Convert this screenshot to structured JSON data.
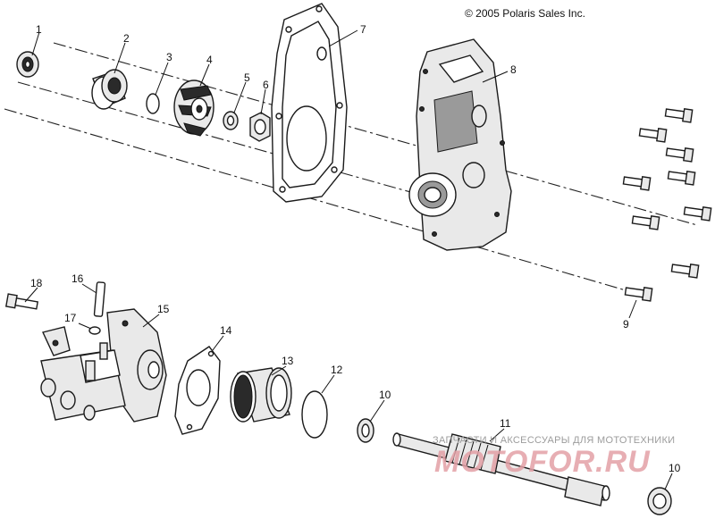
{
  "copyright": "© 2005 Polaris Sales Inc.",
  "callouts": [
    "1",
    "2",
    "3",
    "4",
    "5",
    "6",
    "7",
    "8",
    "9",
    "10",
    "10",
    "11",
    "12",
    "13",
    "14",
    "15",
    "16",
    "17",
    "18"
  ],
  "watermark": {
    "caption": "ЗАПЧАСТИ И АКСЕССУАРЫ ДЛЯ МОТОТЕХНИКИ",
    "logo": "MOTOFOR.RU"
  }
}
